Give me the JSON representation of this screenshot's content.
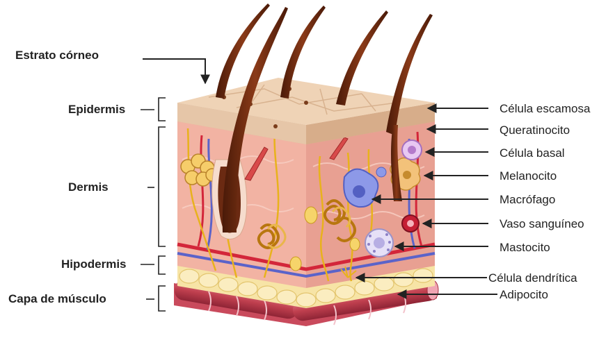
{
  "left_labels": {
    "stratum_corneum": "Estrato córneo",
    "epidermis": "Epidermis",
    "dermis": "Dermis",
    "hypodermis": "Hipodermis",
    "muscle_layer": "Capa de músculo"
  },
  "right_labels": {
    "squamous_cell": "Célula escamosa",
    "keratinocyte": "Queratinocito",
    "basal_cell": "Célula basal",
    "melanocyte": "Melanocito",
    "macrophage": "Macrófago",
    "blood_vessel": "Vaso sanguíneo",
    "mast_cell": "Mastocito",
    "dendritic_cell": "Célula dendrítica",
    "adipocyte": "Adipocito"
  },
  "colors": {
    "epidermis_top": "#e9c8a8",
    "dermis": "#f2b3a3",
    "dermis_dark": "#e59a8c",
    "fat": "#f7e4a6",
    "muscle": "#c94a5c",
    "vessel_red": "#d3263a",
    "vessel_blue": "#5b63c9",
    "nerve": "#e8b21c",
    "hair": "#6b2a12",
    "arrow": "#222222"
  }
}
